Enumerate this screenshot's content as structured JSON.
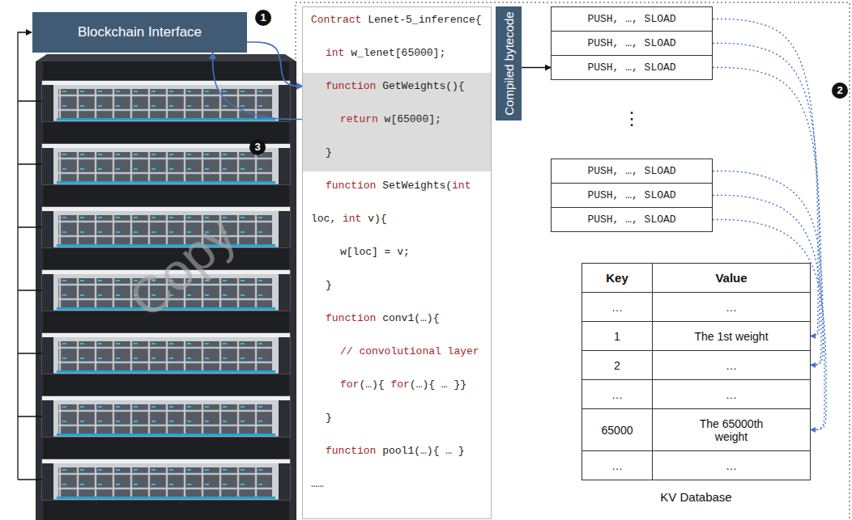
{
  "diagram": {
    "nodes": [
      {
        "text": [
          "Blockchain Interface"
        ]
      },
      {
        "text": [
          "Contract",
          "Lenet-5_inference{",
          "int",
          "w_lenet[65000];",
          "function",
          "SetWeights(",
          "int",
          "loc,",
          "int",
          "v){",
          "w[loc] = v;",
          "}",
          "function",
          "conv1(…){",
          "// convolutional layer",
          "for",
          "(…){",
          "for",
          "(…){ … }}",
          "}",
          "function",
          "pool1(…){ … }",
          "……"
        ]
      },
      {
        "text": [
          "function",
          "GetWeights(){",
          "return",
          "w[65000];",
          "}"
        ],
        "in": 1
      },
      {
        "text": [
          "Compiled bytecode"
        ]
      },
      {
        "text": [
          "PUSH, …, SLOAD"
        ]
      },
      {
        "text": [
          "PUSH, …, SLOAD"
        ]
      },
      {
        "text": [
          "PUSH, …, SLOAD"
        ]
      },
      {
        "text": [
          "PUSH, …, SLOAD"
        ]
      },
      {
        "text": [
          "PUSH, …, SLOAD"
        ]
      },
      {
        "text": [
          "PUSH, …, SLOAD"
        ]
      },
      {
        "text": [
          "Key",
          "Value",
          "…",
          "…",
          "1",
          "The 1st weight",
          "2",
          "…",
          "…",
          "…",
          "65000",
          "The 65000th weight",
          "…",
          "…",
          "KV Database"
        ]
      }
    ],
    "edges": [
      {
        "from": 0,
        "to": 2,
        "arrow": "to"
      },
      {
        "from": 2,
        "to": 0,
        "arrow": "to"
      },
      {
        "from": 3,
        "to": 6,
        "arrow": "to"
      },
      {
        "from": 4,
        "to": 10,
        "arrow": "to"
      },
      {
        "from": 5,
        "to": 10,
        "arrow": "to"
      },
      {
        "from": 6,
        "to": 10,
        "arrow": "to"
      },
      {
        "from": 7,
        "to": 10,
        "arrow": "to"
      },
      {
        "from": 8,
        "to": 10,
        "arrow": "to"
      },
      {
        "from": 9,
        "to": 10,
        "arrow": "to"
      }
    ],
    "labels": [
      "1",
      "3",
      "⋮",
      "2",
      "Copy"
    ]
  }
}
